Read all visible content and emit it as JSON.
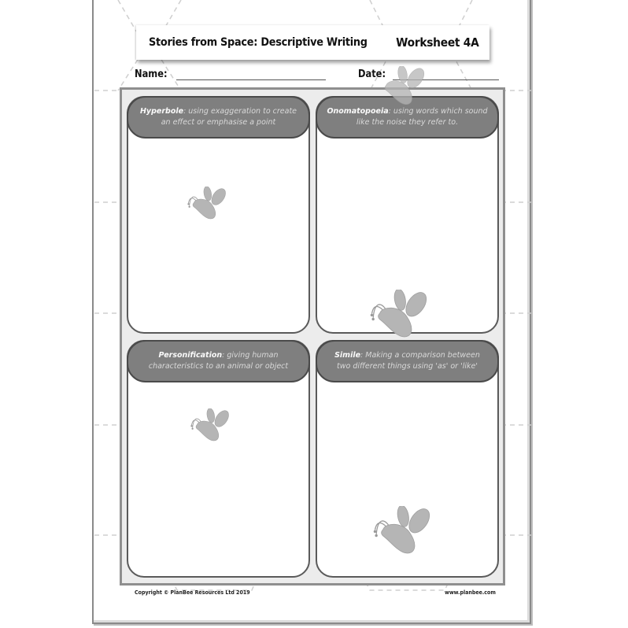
{
  "header": {
    "title": "Stories from Space: Descriptive Writing",
    "worksheet": "Worksheet 4A"
  },
  "fields": {
    "name_label": "Name:",
    "date_label": "Date:"
  },
  "cards": [
    {
      "term": "Hyperbole",
      "definition": ": using exaggeration to create an effect or emphasise a point"
    },
    {
      "term": "Onomatopoeia",
      "definition": ": using words which sound like the noise they refer to."
    },
    {
      "term": "Personification",
      "definition": ": giving human characteristics to an animal or object"
    },
    {
      "term": "Simile",
      "definition": ": Making a comparison between two different things using 'as' or 'like'"
    }
  ],
  "footer": {
    "copyright": "Copyright © PlanBee Resources Ltd 2019",
    "website": "www.planbee.com"
  },
  "colors": {
    "pill_fill": "#7f7f7f",
    "frame_fill": "#ececec",
    "bee_fill": "#b5b5b5"
  }
}
